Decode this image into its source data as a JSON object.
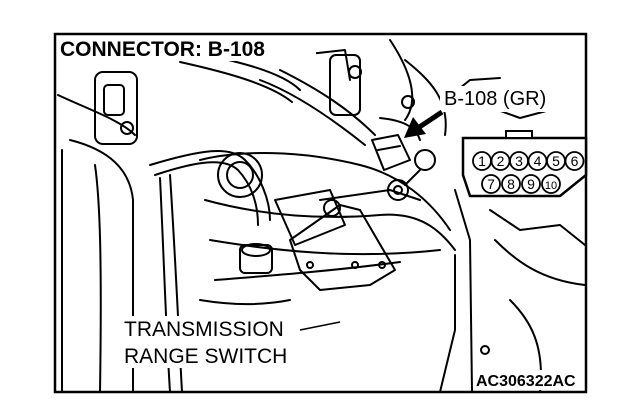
{
  "title": "CONNECTOR: B-108",
  "connector_label": "B-108 (GR)",
  "part_label": [
    "TRANSMISSION",
    "RANGE SWITCH"
  ],
  "figure_code": "AC306322AC",
  "pins_top": [
    "1",
    "2",
    "3",
    "4",
    "5",
    "6"
  ],
  "pins_bottom": [
    "7",
    "8",
    "9",
    "10"
  ]
}
